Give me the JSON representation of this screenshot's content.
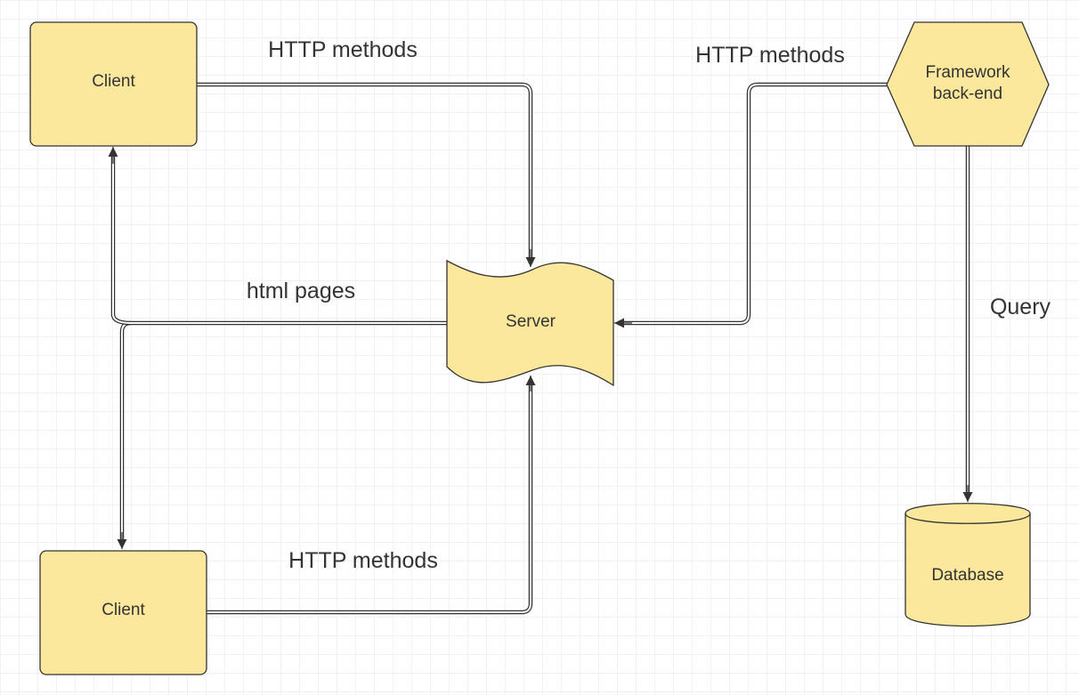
{
  "nodes": {
    "client_top": "Client",
    "client_bottom": "Client",
    "server": "Server",
    "framework_line1": "Framework",
    "framework_line2": "back-end",
    "database": "Database"
  },
  "edges": {
    "client_top_to_server": "HTTP methods",
    "framework_to_server": "HTTP methods",
    "server_to_clients": "html pages",
    "client_bottom_to_server": "HTTP methods",
    "framework_to_database": "Query"
  },
  "colors": {
    "node_fill": "#fce89c",
    "stroke": "#333333",
    "grid": "#e4e4e4"
  }
}
